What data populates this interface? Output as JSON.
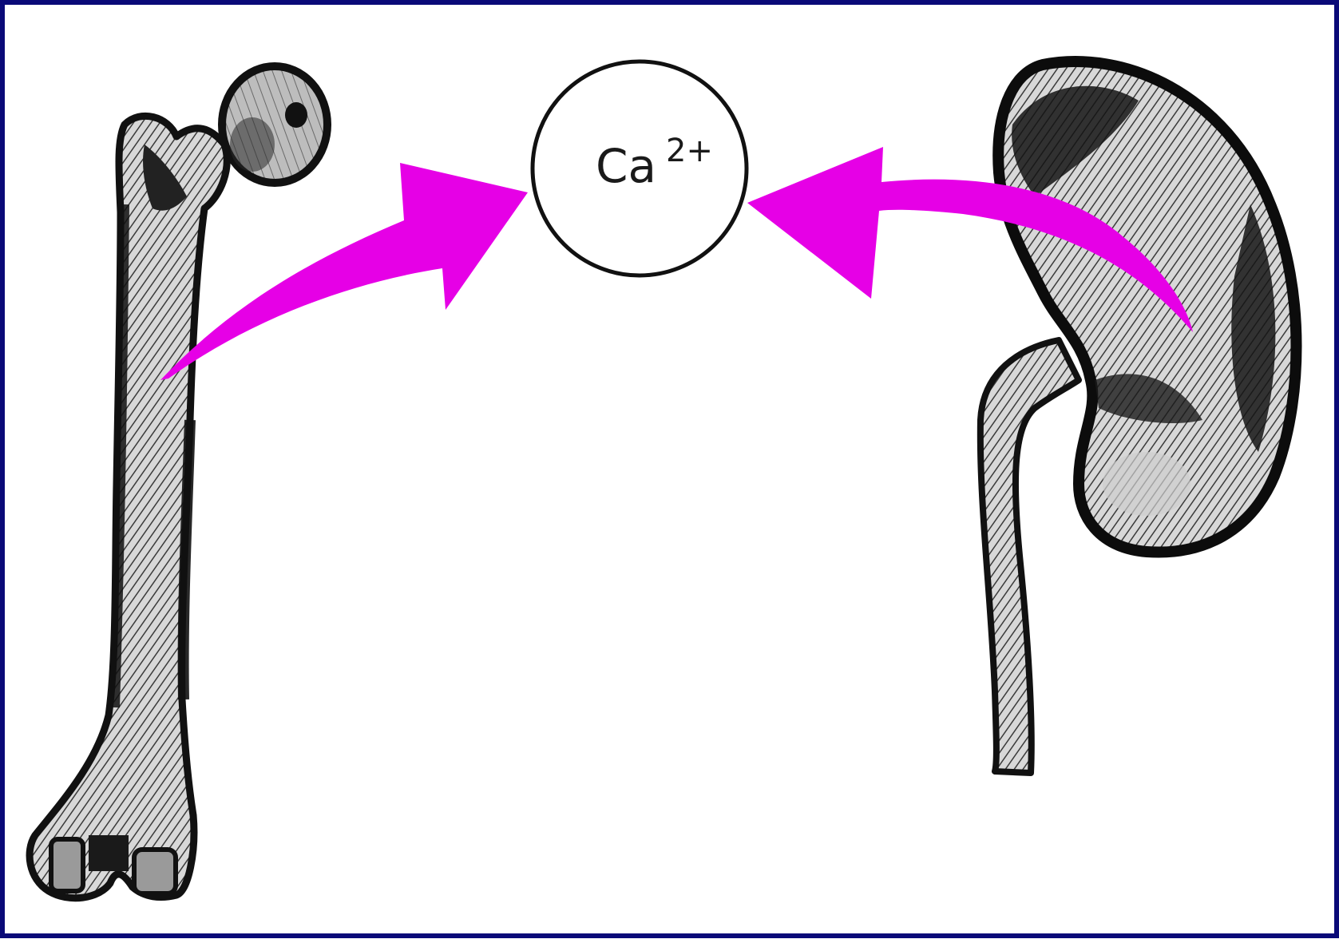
{
  "colors": {
    "frame_border": "#0a0a78",
    "arrow": "#e600e6",
    "ink": "#111111",
    "background": "#ffffff"
  },
  "center_node": {
    "symbol": "Ca",
    "superscript": "2+"
  },
  "icons": {
    "left": "femur-bone-icon",
    "right": "kidney-ureter-icon"
  },
  "arrows": [
    {
      "from": "femur-bone-icon",
      "to": "calcium-ion-node"
    },
    {
      "from": "kidney-ureter-icon",
      "to": "calcium-ion-node"
    }
  ]
}
